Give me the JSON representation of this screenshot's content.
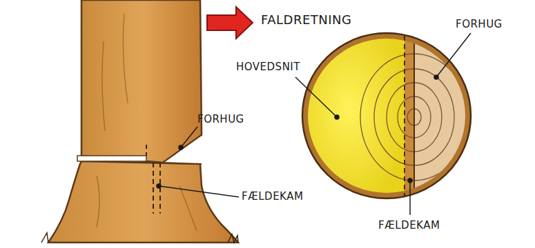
{
  "diagram": {
    "labels": [
      "FALDRETNING",
      "HOVEDSNIT",
      "FORHUG",
      "FORHUG",
      "FÆLDEKAM",
      "FÆLDEKAM"
    ]
  }
}
